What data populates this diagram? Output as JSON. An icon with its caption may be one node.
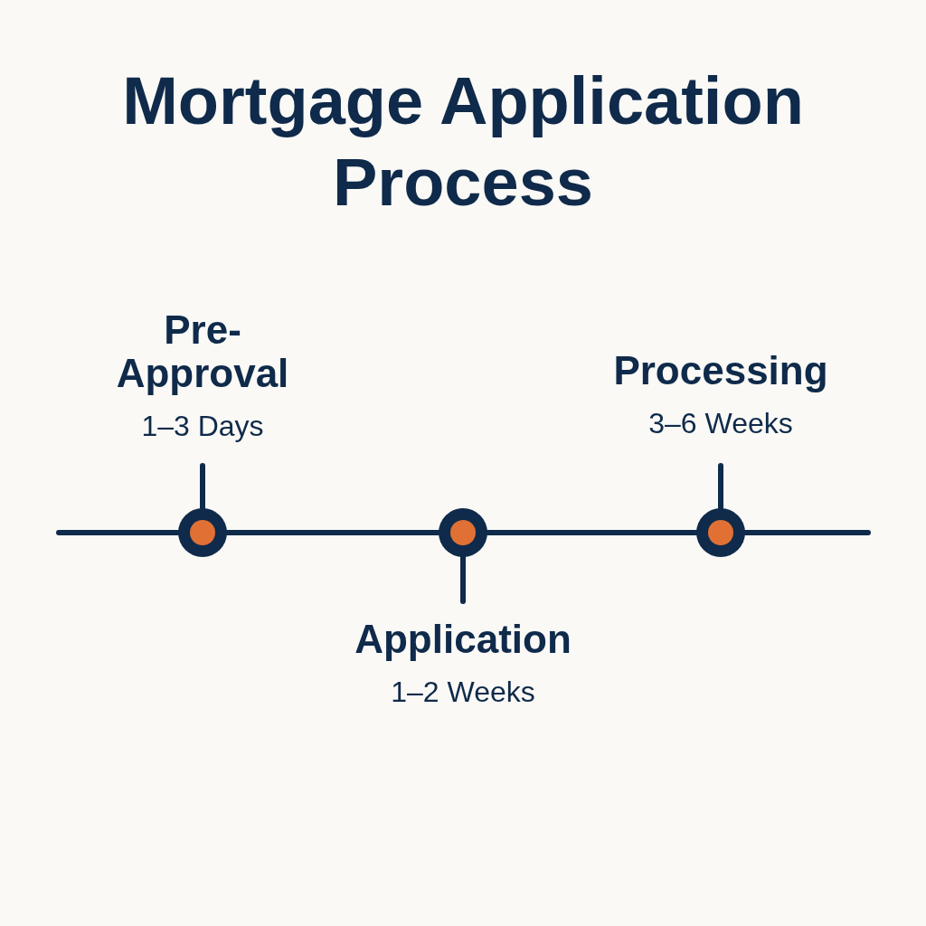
{
  "diagram": {
    "title": "Mortgage Application Process",
    "nodes": [
      {
        "text": [
          "Pre-Approval",
          "1–3 Days"
        ]
      },
      {
        "text": [
          "Processing",
          "3–6 Weeks"
        ]
      },
      {
        "text": [],
        "shape": "circle"
      },
      {
        "text": [],
        "shape": "circle"
      },
      {
        "text": [],
        "shape": "circle"
      },
      {
        "text": [
          "Application",
          "1–2 Weeks"
        ]
      }
    ],
    "edges": [
      {
        "from": null,
        "to": 2,
        "arrow": "none"
      },
      {
        "from": 2,
        "to": 3,
        "arrow": "none"
      },
      {
        "from": 3,
        "to": 4,
        "arrow": "none"
      },
      {
        "from": 4,
        "to": null,
        "arrow": "none"
      },
      {
        "from": 0,
        "to": 2,
        "arrow": "none"
      },
      {
        "from": 1,
        "to": 4,
        "arrow": "none"
      },
      {
        "from": 5,
        "to": 3,
        "arrow": "none"
      }
    ]
  }
}
